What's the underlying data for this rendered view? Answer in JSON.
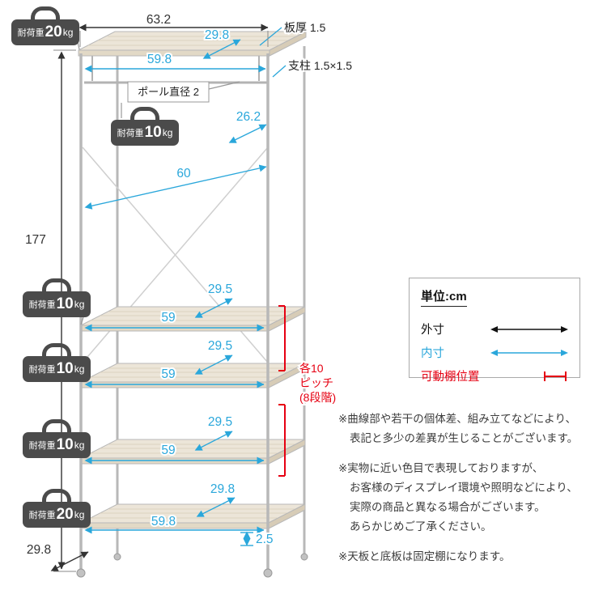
{
  "colors": {
    "accent_cyan": "#2aa7db",
    "accent_red": "#e60012",
    "badge_gray": "#4b4b4b",
    "wood": "#ece5d8"
  },
  "badges": {
    "top_shelf": {
      "prefix": "耐荷重",
      "value": "20",
      "unit": "kg"
    },
    "pole": {
      "prefix": "耐荷重",
      "value": "10",
      "unit": "kg"
    },
    "shelf1": {
      "prefix": "耐荷重",
      "value": "10",
      "unit": "kg"
    },
    "shelf2": {
      "prefix": "耐荷重",
      "value": "10",
      "unit": "kg"
    },
    "shelf3": {
      "prefix": "耐荷重",
      "value": "10",
      "unit": "kg"
    },
    "bottom_shelf": {
      "prefix": "耐荷重",
      "value": "20",
      "unit": "kg"
    }
  },
  "dims": {
    "top_width": "63.2",
    "top_depth": "29.8",
    "top_inner_width": "59.8",
    "thickness_label": "板厚 1.5",
    "post_label": "支柱 1.5×1.5",
    "pole_label": "ポール直径 2",
    "upper_inner_depth": "26.2",
    "inner_width": "60",
    "height": "177",
    "outer_depth": "29.8",
    "bottom_depth": "29.8",
    "bottom_width": "59.8",
    "bottom_clearance": "2.5",
    "pitch_line1": "各10",
    "pitch_line2": "ピッチ",
    "pitch_line3": "(8段階)"
  },
  "shelves": [
    {
      "depth": "29.5",
      "width": "59"
    },
    {
      "depth": "29.5",
      "width": "59"
    },
    {
      "depth": "29.5",
      "width": "59"
    }
  ],
  "legend": {
    "unit": "単位:cm",
    "outer": "外寸",
    "inner": "内寸",
    "movable": "可動棚位置"
  },
  "notes": {
    "n1_l1": "※曲線部や若干の個体差、組み立てなどにより、",
    "n1_l2": "表記と多少の差異が生じることがございます。",
    "n2_l1": "※実物に近い色目で表現しておりますが、",
    "n2_l2": "お客様のディスプレイ環境や照明などにより、",
    "n2_l3": "実際の商品と異なる場合がございます。",
    "n2_l4": "あらかじめご了承ください。",
    "n3_l1": "※天板と底板は固定棚になります。"
  }
}
